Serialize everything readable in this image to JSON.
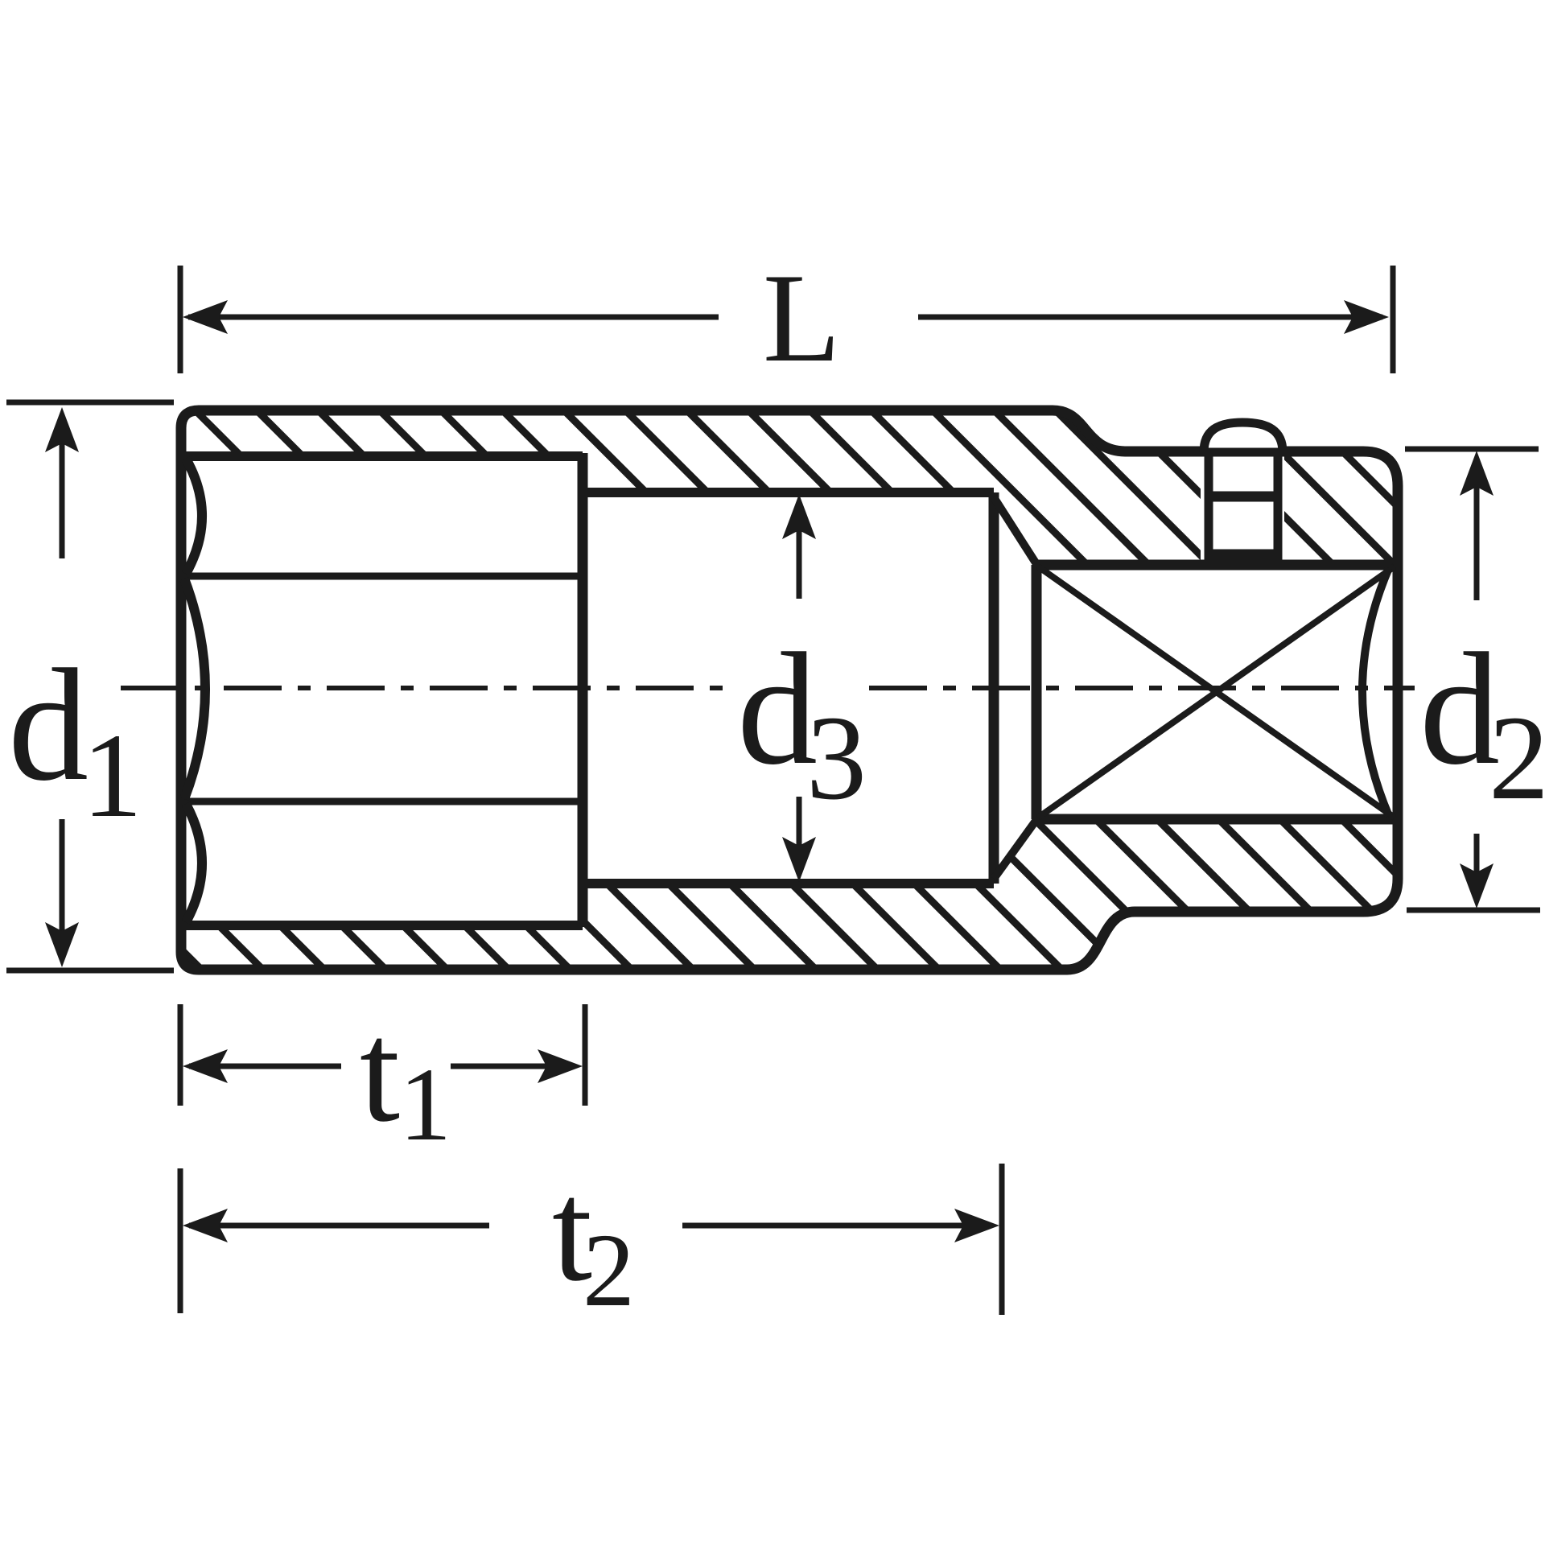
{
  "drawing": {
    "kind": "technical-section-drawing",
    "subject": "deep-socket-with-square-drive-cross-section",
    "ink_color": "#1b1b1b",
    "paper_color": "#ffffff",
    "labels": {
      "length": {
        "main": "L"
      },
      "d1": {
        "main": "d",
        "sub": "1"
      },
      "d2": {
        "main": "d",
        "sub": "2"
      },
      "d3": {
        "main": "d",
        "sub": "3"
      },
      "t1": {
        "main": "t",
        "sub": "1"
      },
      "t2": {
        "main": "t",
        "sub": "2"
      }
    }
  }
}
